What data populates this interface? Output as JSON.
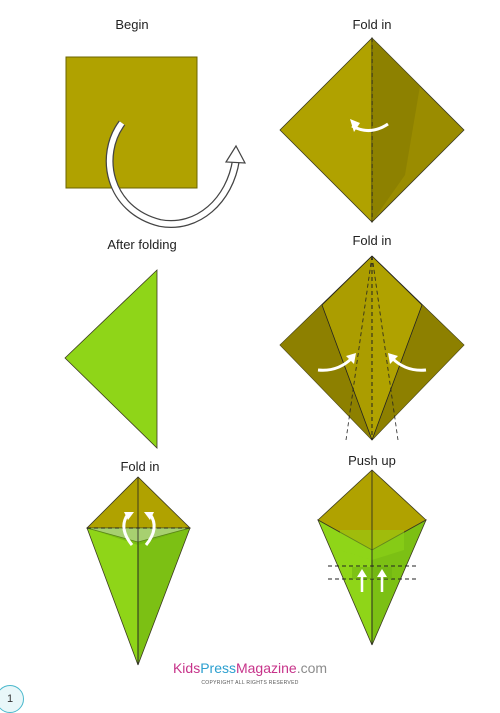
{
  "steps": [
    {
      "label": "Begin"
    },
    {
      "label": "Fold in"
    },
    {
      "label": "After folding"
    },
    {
      "label": "Fold in"
    },
    {
      "label": "Fold in"
    },
    {
      "label": "Push up"
    }
  ],
  "footer": {
    "brand_part1": "Kids",
    "brand_part2": "Press",
    "brand_part3": "Magazine",
    "brand_suffix": ".com",
    "copyright": "COPYRIGHT ALL RIGHTS RESERVED"
  },
  "page_number": "1",
  "colors": {
    "olive": "#b0a200",
    "olive_dark": "#847800",
    "lime": "#8fd518",
    "lime_dark": "#5ea80e",
    "outline": "#3b3a20"
  }
}
